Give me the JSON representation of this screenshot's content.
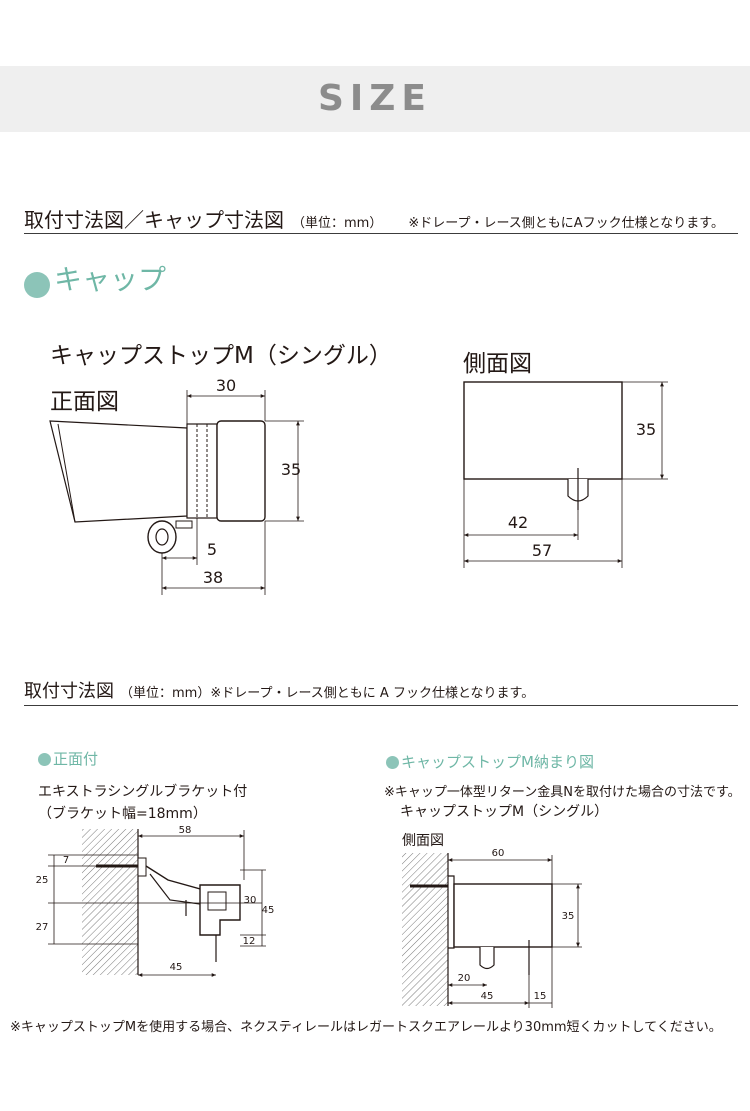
{
  "banner": {
    "title": "SIZE"
  },
  "section1": {
    "heading": "取付寸法図／キャップ寸法図",
    "unit": "（単位：mm）",
    "note": "※ドレープ・レース側ともにAフック仕様となります。"
  },
  "cap": {
    "label": "キャップ",
    "product": "キャップストップM（シングル）",
    "front_view": "正面図",
    "side_view": "側面図",
    "front_dims": {
      "top": "30",
      "height": "35",
      "inner": "5",
      "bottom": "38"
    },
    "side_dims": {
      "height": "35",
      "inner": "42",
      "width": "57"
    }
  },
  "section2": {
    "heading": "取付寸法図",
    "rest": "（単位：mm）※ドレープ・レース側ともに A フック仕様となります。"
  },
  "front_mount": {
    "label": "正面付",
    "line1": "エキストラシングルブラケット付",
    "line2": "（ブラケット幅=18mm）",
    "dims": {
      "top": "58",
      "d7": "7",
      "d25": "25",
      "d30": "30",
      "d45": "45",
      "d27": "27",
      "d12": "12",
      "bottom": "45"
    }
  },
  "capstop_fit": {
    "label": "キャップストップM納まり図",
    "note": "※キャップ一体型リターン金具Nを取付けた場合の寸法です。",
    "product": "キャップストップM（シングル）",
    "side_view": "側面図",
    "dims": {
      "top": "60",
      "height": "35",
      "d20": "20",
      "d45": "45",
      "d15": "15"
    }
  },
  "footer": {
    "note": "※キャップストップMを使用する場合、ネクスティレールはレガートスクエアレールより30mm短くカットしてください。"
  },
  "colors": {
    "accent": "#8cc4b8",
    "banner_bg": "#efefef",
    "banner_text": "#8c8c8c"
  }
}
